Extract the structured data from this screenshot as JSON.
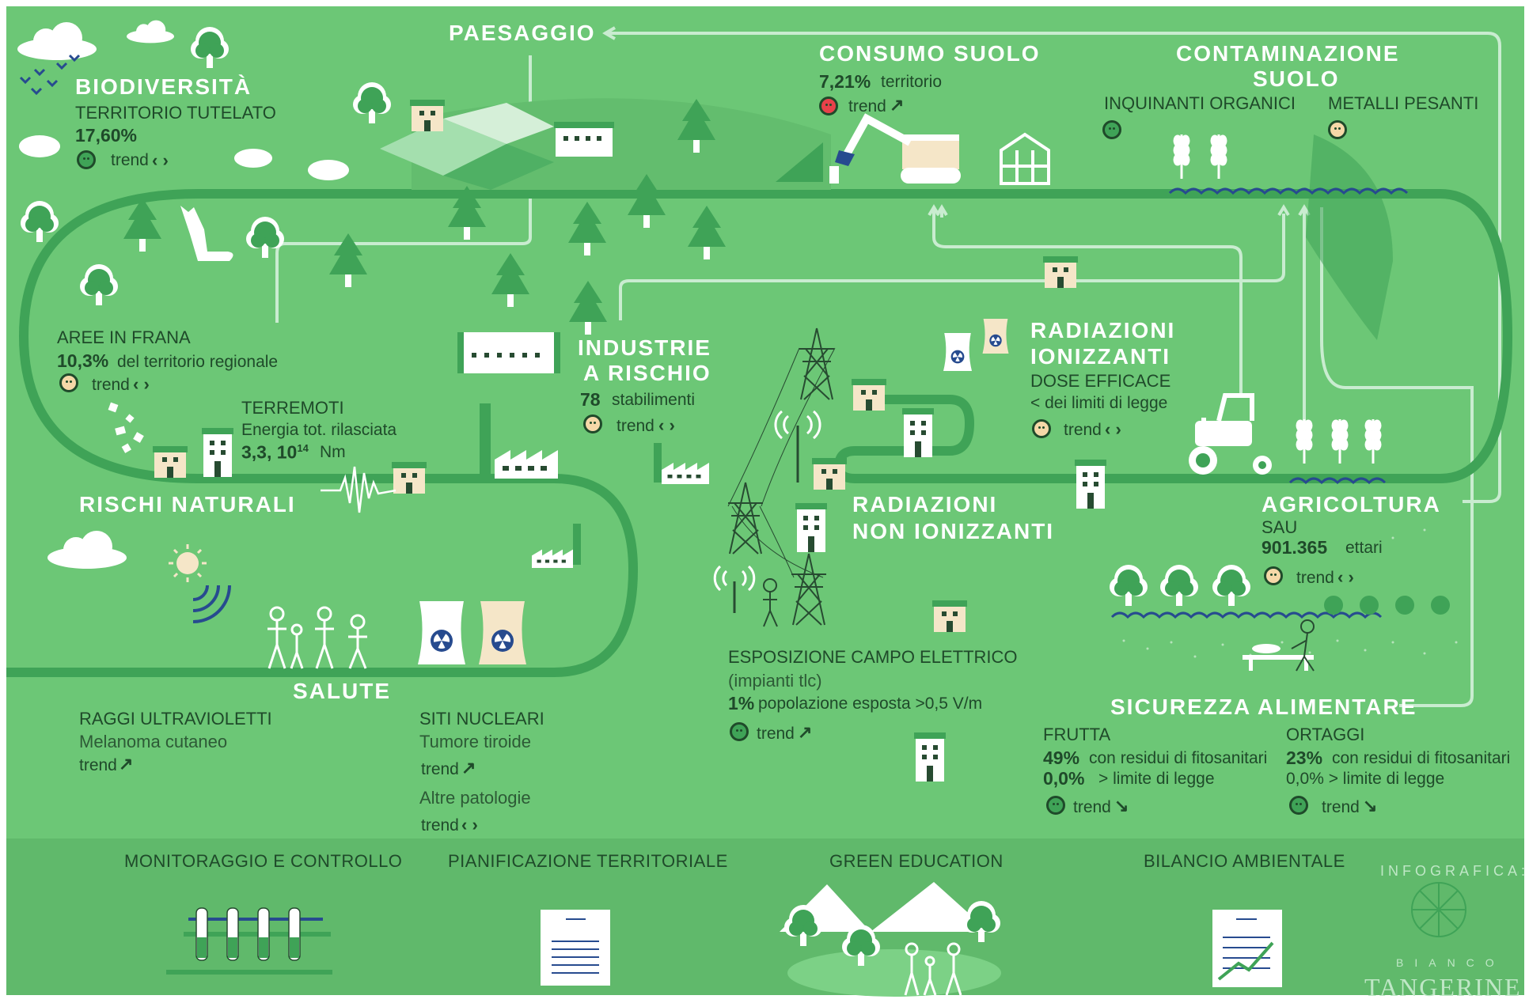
{
  "colors": {
    "background": "#6cc776",
    "road": "#3fa357",
    "path": "#c9ecd0",
    "footer": "#60b96b",
    "text": "#1f4a2a"
  },
  "sections": {
    "paesaggio": {
      "title": "PAESAGGIO"
    },
    "biodiversita": {
      "title": "BIODIVERSITÀ",
      "label": "TERRITORIO TUTELATO",
      "value": "17,60%",
      "trend": "trend",
      "trend_icon": "neutral-arrows",
      "status": "good"
    },
    "consumo_suolo": {
      "title": "CONSUMO SUOLO",
      "value": "7,21%",
      "unit": "territorio",
      "trend": "trend",
      "trend_icon": "arrow-up-right",
      "status": "bad"
    },
    "contaminazione": {
      "title_line1": "CONTAMINAZIONE",
      "title_line2": "SUOLO",
      "inquinanti_label": "INQUINANTI ORGANICI",
      "inquinanti_status": "good",
      "metalli_label": "METALLI PESANTI",
      "metalli_status": "neutral"
    },
    "aree_frana": {
      "label": "AREE IN FRANA",
      "value": "10,3%",
      "unit": "del territorio regionale",
      "trend": "trend",
      "trend_icon": "neutral-arrows",
      "status": "neutral"
    },
    "terremoti": {
      "label": "TERREMOTI",
      "sub": "Energia tot. rilasciata",
      "value": "3,3, 10",
      "exponent": "14",
      "unit": "Nm"
    },
    "industrie": {
      "title_line1": "INDUSTRIE",
      "title_line2": "A RISCHIO",
      "value": "78",
      "unit": "stabilimenti",
      "trend": "trend",
      "trend_icon": "neutral-arrows",
      "status": "neutral"
    },
    "radiazioni_ionizzanti": {
      "title_line1": "RADIAZIONI",
      "title_line2": "IONIZZANTI",
      "label": "DOSE EFFICACE",
      "sub": "< dei limiti di legge",
      "trend": "trend",
      "trend_icon": "neutral-arrows",
      "status": "neutral"
    },
    "rischi_naturali": {
      "title": "RISCHI NATURALI"
    },
    "radiazioni_non_ionizzanti": {
      "title_line1": "RADIAZIONI",
      "title_line2": "NON IONIZZANTI"
    },
    "agricoltura": {
      "title": "AGRICOLTURA",
      "label": "SAU",
      "value": "901.365",
      "unit": "ettari",
      "trend": "trend",
      "trend_icon": "neutral-arrows",
      "status": "neutral"
    },
    "salute": {
      "title": "SALUTE"
    },
    "raggi_uv": {
      "label": "RAGGI ULTRAVIOLETTI",
      "sub": "Melanoma cutaneo",
      "trend": "trend",
      "trend_icon": "arrow-up-right"
    },
    "siti_nucleari": {
      "label": "SITI NUCLEARI",
      "sub1": "Tumore tiroide",
      "trend1": "trend",
      "trend1_icon": "arrow-up-right",
      "sub2": "Altre patologie",
      "trend2": "trend",
      "trend2_icon": "neutral-arrows"
    },
    "campo_elettrico": {
      "label": "ESPOSIZIONE CAMPO ELETTRICO",
      "sub": "(impianti tlc)",
      "value": "1%",
      "unit": "popolazione esposta >0,5 V/m",
      "trend": "trend",
      "trend_icon": "arrow-up-right",
      "status": "good"
    },
    "sicurezza_alimentare": {
      "title": "SICUREZZA ALIMENTARE"
    },
    "frutta": {
      "label": "FRUTTA",
      "value1": "49%",
      "unit1": "con residui di fitosanitari",
      "value2": "0,0%",
      "unit2": "> limite di legge",
      "trend": "trend",
      "trend_icon": "arrow-down-right",
      "status": "good"
    },
    "ortaggi": {
      "label": "ORTAGGI",
      "value1": "23%",
      "unit1": "con residui di fitosanitari",
      "value2": "0,0% > limite di legge",
      "trend": "trend",
      "trend_icon": "arrow-down-right",
      "status": "good"
    }
  },
  "footer": {
    "items": [
      "MONITORAGGIO E CONTROLLO",
      "PIANIFICAZIONE TERRITORIALE",
      "GREEN EDUCATION",
      "BILANCIO AMBIENTALE"
    ],
    "credit_label": "INFOGRAFICA:",
    "credit_small": "BIANCO",
    "credit_brand": "TANGERINE"
  }
}
